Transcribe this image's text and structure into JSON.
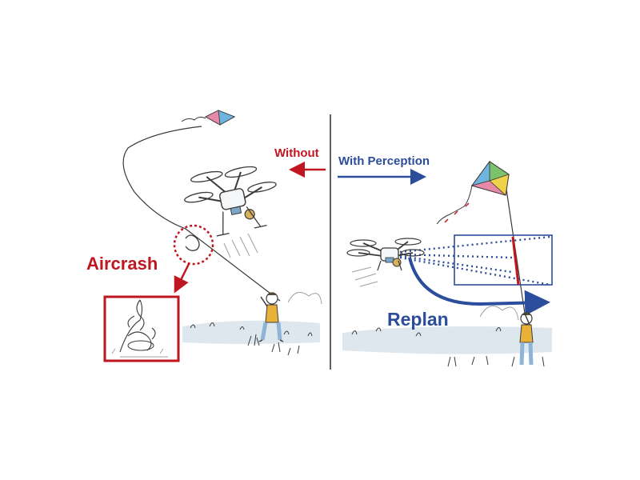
{
  "labels": {
    "without": "Without",
    "with_perception": "With Perception",
    "aircrash": "Aircrash",
    "replan": "Replan"
  },
  "colors": {
    "red": "#c0161f",
    "blue": "#2c4d9c",
    "line": "#3a3a3a",
    "grass": "#dfe7ee",
    "shirt": "#e8b23a",
    "jeans": "#8fb4d9",
    "drone_accent": "#7aa7c7",
    "kite_green": "#7cc26c",
    "kite_blue": "#6fb4dd",
    "kite_pink": "#e78aa8",
    "kite_yellow": "#f0d24a"
  },
  "icons": {
    "drone": "quadcopter-drone-icon",
    "kite": "kite-icon",
    "person": "person-flying-kite-icon",
    "crash": "crashed-drone-icon"
  }
}
